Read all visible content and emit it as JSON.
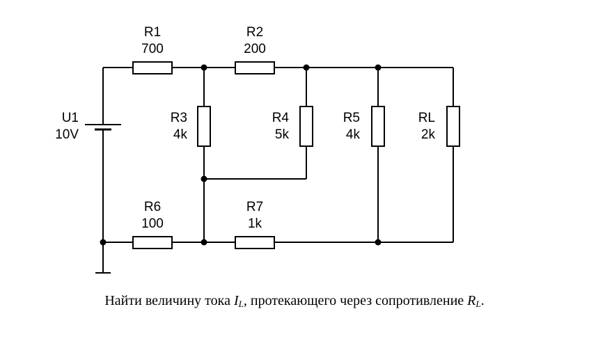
{
  "circuit": {
    "source": {
      "name": "U1",
      "value": "10V"
    },
    "resistors": [
      {
        "name": "R1",
        "value": "700"
      },
      {
        "name": "R2",
        "value": "200"
      },
      {
        "name": "R3",
        "value": "4k"
      },
      {
        "name": "R4",
        "value": "5k"
      },
      {
        "name": "R5",
        "value": "4k"
      },
      {
        "name": "RL",
        "value": "2k"
      },
      {
        "name": "R6",
        "value": "100"
      },
      {
        "name": "R7",
        "value": "1k"
      }
    ]
  },
  "task": {
    "prefix": "Найти величину тока ",
    "current_symbol": "I",
    "current_sub": "L",
    "middle": ", протекающего через сопротивление ",
    "resistance_symbol": "R",
    "resistance_sub": "L",
    "suffix": "."
  }
}
